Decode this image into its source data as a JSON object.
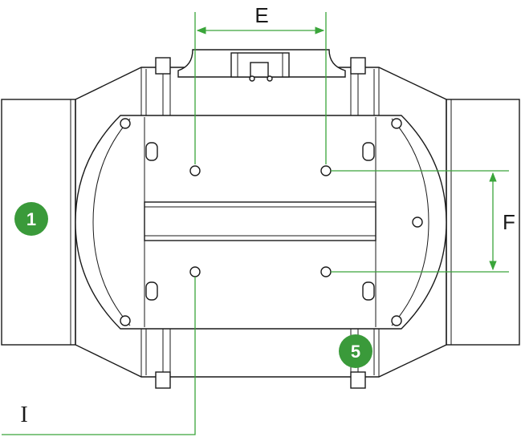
{
  "labels": {
    "dimension_e": "E",
    "dimension_f": "F",
    "dimension_i": "I"
  },
  "badges": [
    {
      "text": "1"
    },
    {
      "text": "5"
    }
  ],
  "colors": {
    "dimension_line": "#3aa53a",
    "badge_fill": "#3a9a3a",
    "outline": "#1a1a1a"
  }
}
